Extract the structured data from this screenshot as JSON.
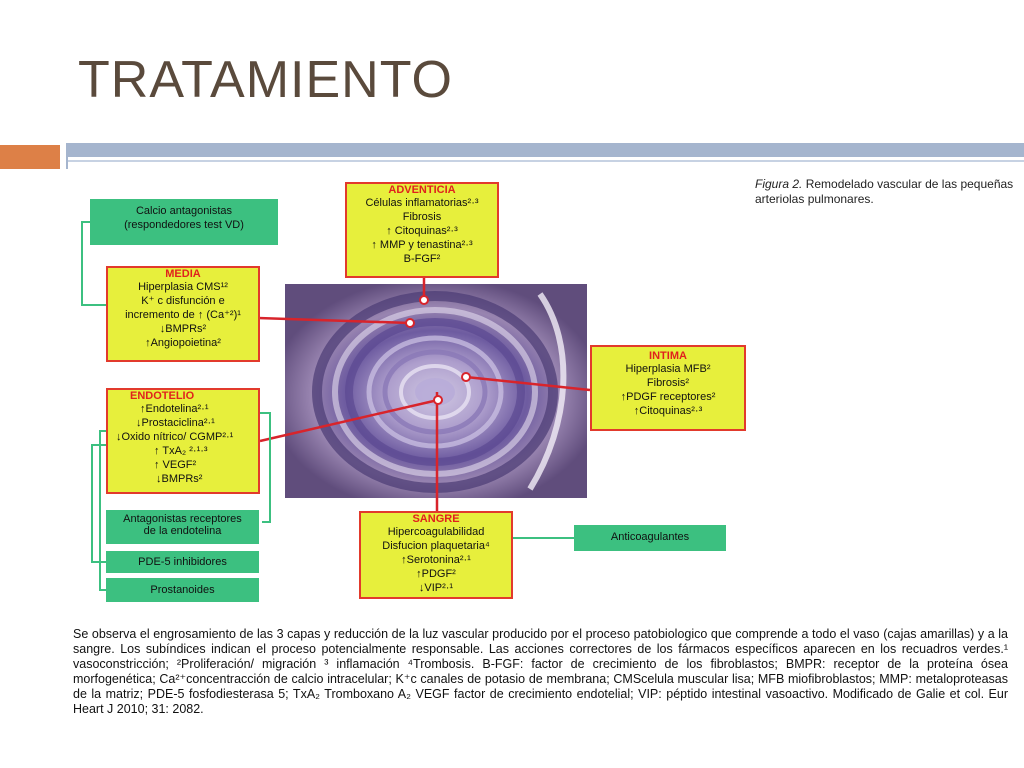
{
  "slide_title": "TRATAMIENTO",
  "figure_caption": {
    "label": "Figura 2.",
    "text": "Remodelado vascular de las pequeñas arteriolas pulmonares."
  },
  "boxes": {
    "adventicia": {
      "header": "ADVENTICIA",
      "lines": [
        "Células inflamatorias²·³",
        "Fibrosis",
        "↑ Citoquinas²·³",
        "↑ MMP y tenastina²·³",
        "B-FGF²"
      ]
    },
    "media": {
      "header": "MEDIA",
      "lines": [
        "Hiperplasia CMS¹²",
        "K⁺ c disfunción e",
        "incremento de ↑ (Ca⁺²)¹",
        "↓BMPRs²",
        "↑Angiopoietina²"
      ]
    },
    "endotelio": {
      "header": "ENDOTELIO",
      "lines": [
        "↑Endotelina²·¹",
        "↓Prostaciclina²·¹",
        "↓Oxido nítrico/ CGMP²·¹",
        "↑ TxA₂ ²·¹·³",
        "↑ VEGF²",
        "↓BMPRs²"
      ]
    },
    "intima": {
      "header": "INTIMA",
      "lines": [
        "Hiperplasia MFB²",
        "Fibrosis²",
        "↑PDGF receptores²",
        "↑Citoquinas²·³"
      ]
    },
    "sangre": {
      "header": "SANGRE",
      "lines": [
        "Hipercoagulabilidad",
        "Disfucion plaquetaria⁴",
        "↑Serotonina²·¹",
        "↑PDGF²",
        "↓VIP²·¹"
      ]
    }
  },
  "treatments": {
    "calcio": [
      "Calcio antagonistas",
      "(respondedores test VD)"
    ],
    "antagonistas": [
      "Antagonistas receptores",
      "de la endotelina"
    ],
    "pde5": "PDE-5 inhibidores",
    "prostanoides": "Prostanoides",
    "anticoagulantes": "Anticoagulantes"
  },
  "caption": "Se observa el engrosamiento de las 3 capas y reducción de la luz vascular producido por el proceso patobiologico que comprende a todo el vaso (cajas amarillas) y a la sangre. Los subíndices indican el proceso potencialmente responsable. Las acciones correctores de los fármacos específicos aparecen en los recuadros verdes.¹ vasoconstricción; ²Proliferación/ migración ³ inflamación ⁴Trombosis. B-FGF: factor de crecimiento de los fibroblastos; BMPR: receptor de la proteína ósea morfogenética; Ca²⁺concentracción de calcio intracelular; K⁺c canales de potasio de membrana; CMScelula muscular lisa; MFB miofibroblastos; MMP: metaloproteasas de la matriz; PDE-5 fosfodiesterasa 5; TxA₂ Tromboxano A₂ VEGF factor de crecimiento endotelial; VIP: péptido intestinal vasoactivo. Modificado de Galie et col. Eur Heart J 2010; 31: 2082.",
  "colors": {
    "title": "#5a4a3c",
    "accent_orange": "#dd8047",
    "accent_blue": "#a5b5ce",
    "box_yellow": "#e7ef3c",
    "box_border": "#e23a2c",
    "treatment_green": "#3cc080",
    "header_red": "#e0221d"
  }
}
